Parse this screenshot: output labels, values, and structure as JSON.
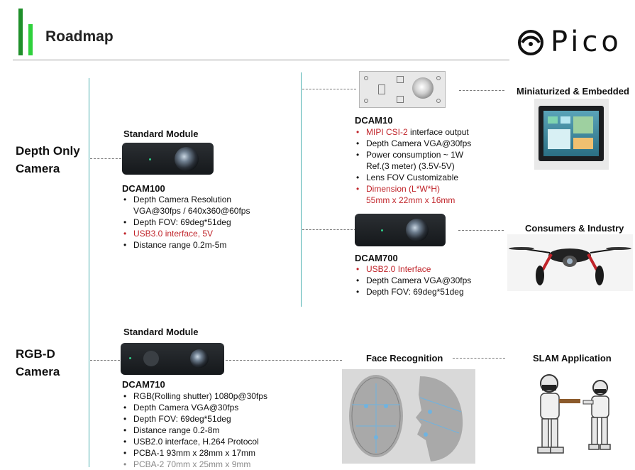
{
  "header": {
    "title": "Roadmap",
    "logo_text": "Pico"
  },
  "categories": {
    "depth_only": [
      "Depth Only",
      "Camera"
    ],
    "rgbd": [
      "RGB-D",
      "Camera"
    ]
  },
  "dcam100": {
    "heading": "Standard Module",
    "model": "DCAM100",
    "specs": [
      "Depth Camera Resolution",
      "VGA@30fps / 640x360@60fps",
      "Depth FOV: 69deg*51deg",
      "USB3.0 interface, 5V",
      "Distance range 0.2m-5m"
    ]
  },
  "dcam10": {
    "model": "DCAM10",
    "specs": {
      "mipi_red": "MIPI CSI-2",
      "mipi_rest": " interface output",
      "vga": "Depth Camera VGA@30fps",
      "power1": "Power consumption ~ 1W",
      "power2": "Ref.(3 meter) (3.5V-5V)",
      "fov": "Lens FOV Customizable",
      "dim1": "Dimension (L*W*H)",
      "dim2": "55mm x 22mm x 16mm"
    },
    "application": "Miniaturized & Embedded"
  },
  "dcam700": {
    "model": "DCAM700",
    "specs": [
      "USB2.0 Interface",
      "Depth Camera VGA@30fps",
      "Depth FOV: 69deg*51deg"
    ],
    "application": "Consumers & Industry"
  },
  "dcam710": {
    "heading": "Standard Module",
    "model": "DCAM710",
    "specs": [
      "RGB(Rolling shutter) 1080p@30fps",
      "Depth Camera VGA@30fps",
      "Depth FOV: 69deg*51deg",
      "Distance range 0.2-8m",
      "USB2.0 interface, H.264 Protocol",
      "PCBA-1 93mm x 28mm x 17mm",
      "PCBA-2 70mm x 25mm x 9mm"
    ],
    "face_application": "Face Recognition",
    "slam_application": "SLAM Application"
  },
  "colors": {
    "accent_green_dark": "#1f8f2a",
    "accent_green_light": "#2fd13c",
    "highlight_red": "#c0242a",
    "timeline_teal": "#4bb0b0"
  }
}
